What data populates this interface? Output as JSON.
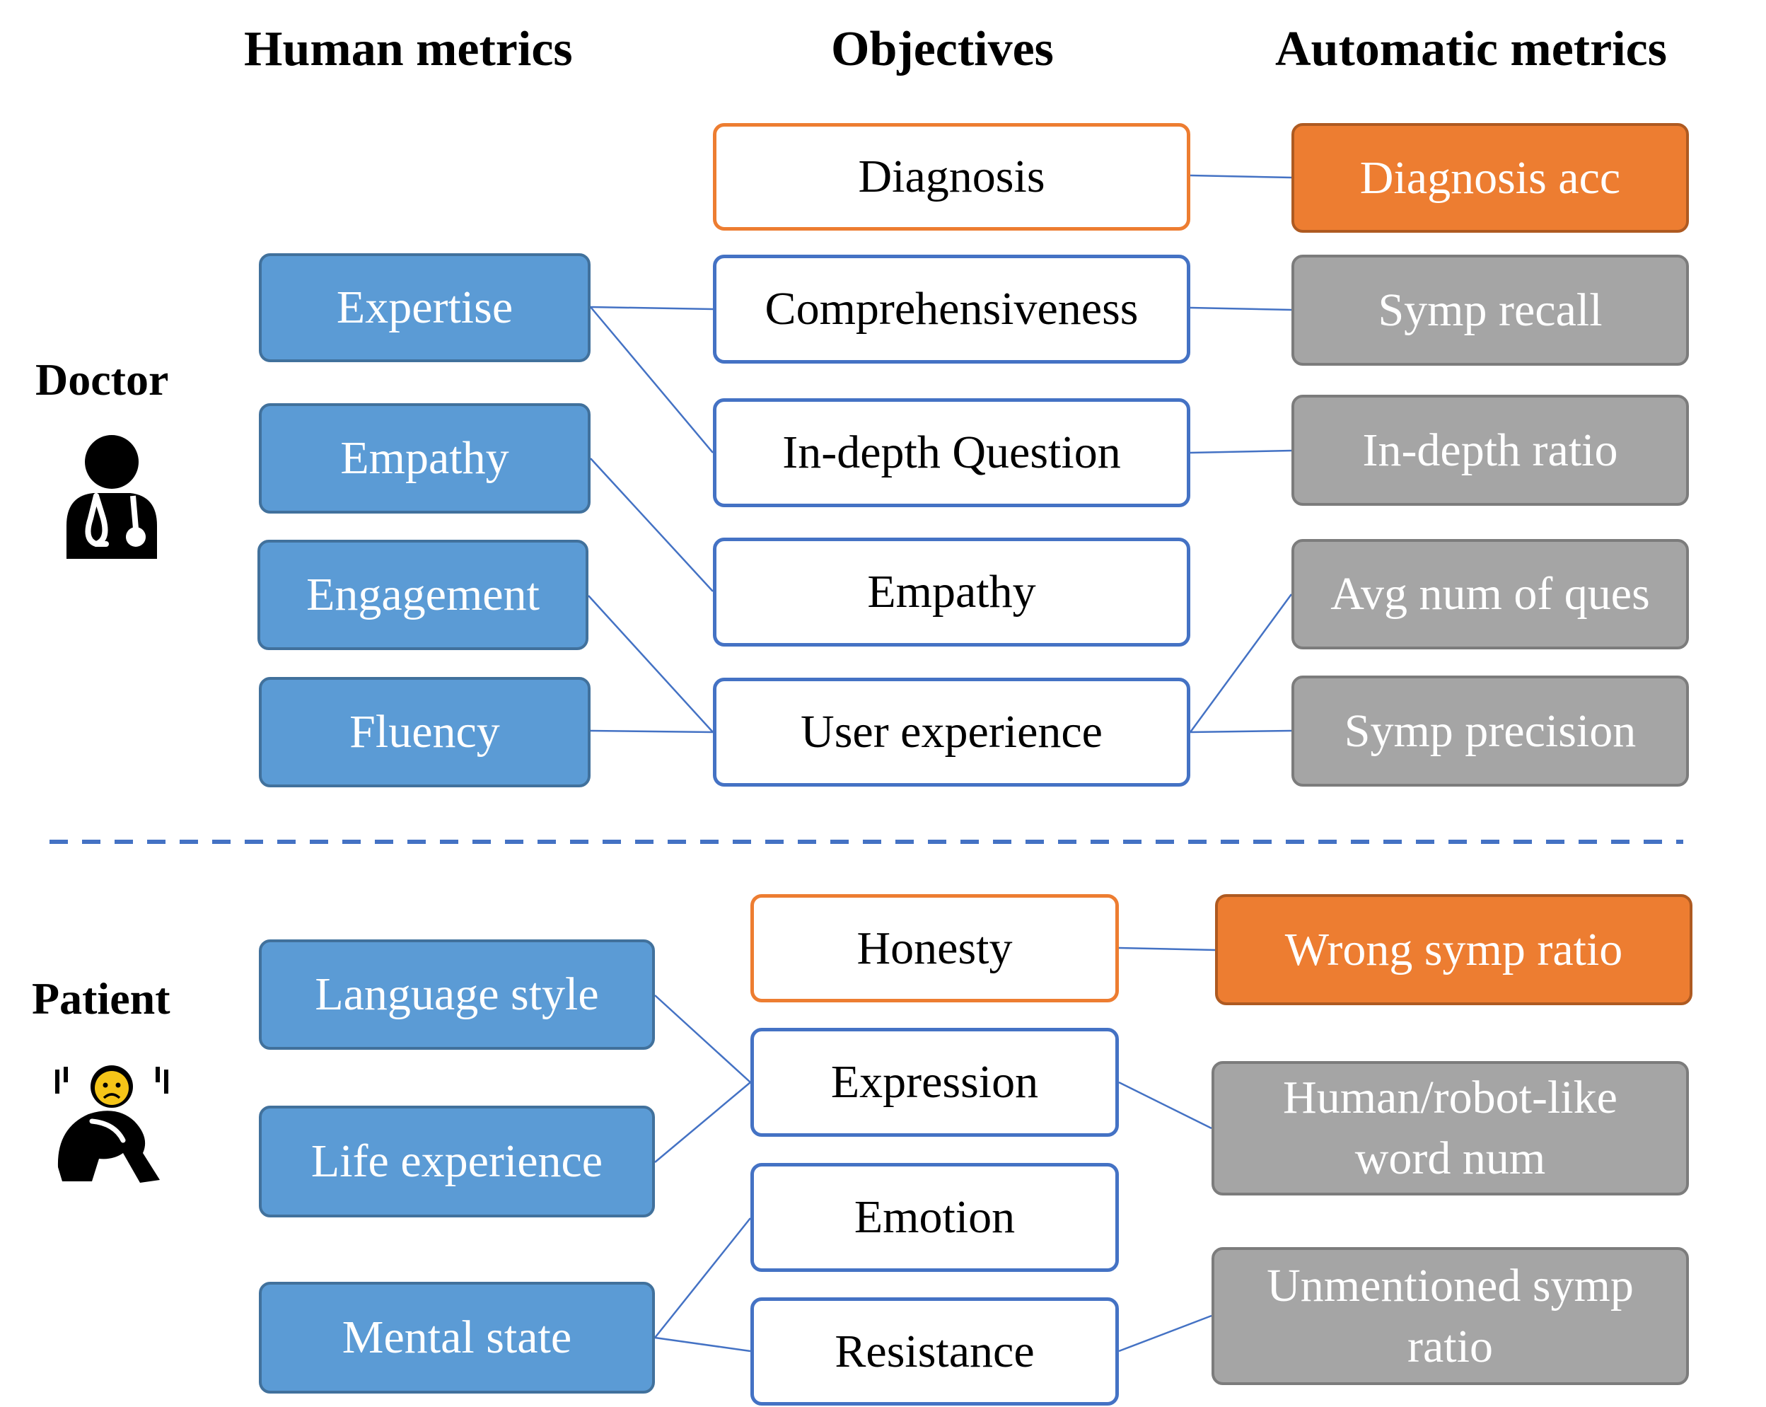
{
  "headers": {
    "human": "Human metrics",
    "objectives": "Objectives",
    "automatic": "Automatic metrics"
  },
  "roles": {
    "doctor": "Doctor",
    "patient": "Patient"
  },
  "icons": {
    "doctor": "doctor-stethoscope-icon",
    "patient": "sad-patient-icon"
  },
  "doctor": {
    "human": [
      "Expertise",
      "Empathy",
      "Engagement",
      "Fluency"
    ],
    "objectives": [
      "Diagnosis",
      "Comprehensiveness",
      "In-depth Question",
      "Empathy",
      "User experience"
    ],
    "automatic": [
      "Diagnosis acc",
      "Symp recall",
      "In-depth ratio",
      "Avg num of ques",
      "Symp precision"
    ]
  },
  "patient": {
    "human": [
      "Language style",
      "Life experience",
      "Mental state"
    ],
    "objectives": [
      "Honesty",
      "Expression",
      "Emotion",
      "Resistance"
    ],
    "automatic": [
      "Wrong symp ratio",
      "Human/robot-like word num",
      "Unmentioned symp ratio"
    ]
  },
  "colors": {
    "human_fill": "#5b9bd5",
    "objective_border": "#4472c4",
    "highlight": "#ed7d31",
    "automatic_fill": "#a5a5a5",
    "connector": "#4472c4"
  }
}
